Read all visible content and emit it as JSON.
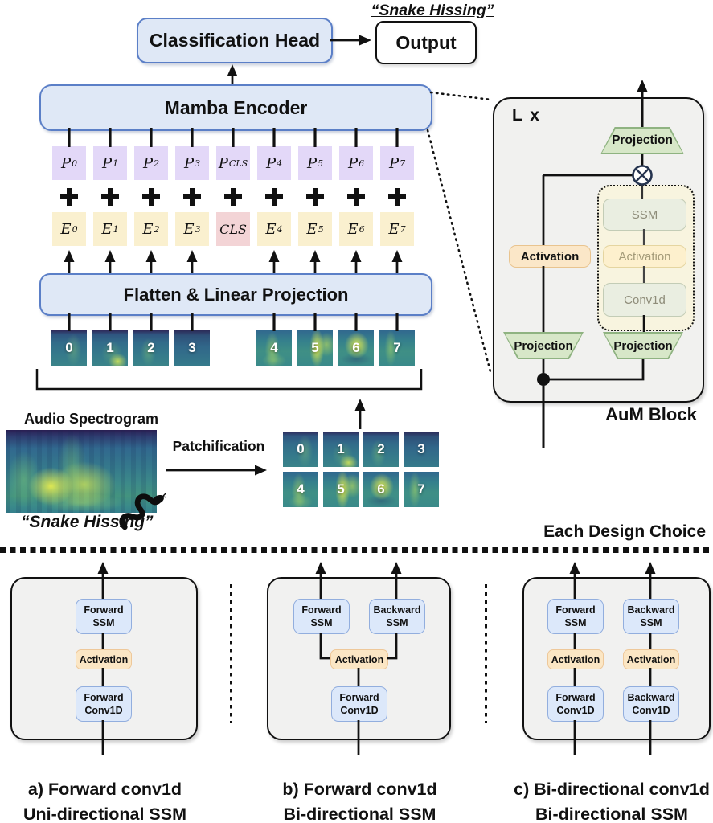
{
  "top": {
    "predicted_label": "“Snake Hissing”",
    "classification_head": "Classification Head",
    "output": "Output"
  },
  "encoder": {
    "mamba_encoder": "Mamba Encoder",
    "flatten": "Flatten & Linear Projection",
    "plus_symbol": "+",
    "p_tokens": [
      {
        "b": "P",
        "s": "0"
      },
      {
        "b": "P",
        "s": "1"
      },
      {
        "b": "P",
        "s": "2"
      },
      {
        "b": "P",
        "s": "3"
      },
      {
        "b": "P",
        "s": "CLS"
      },
      {
        "b": "P",
        "s": "4"
      },
      {
        "b": "P",
        "s": "5"
      },
      {
        "b": "P",
        "s": "6"
      },
      {
        "b": "P",
        "s": "7"
      }
    ],
    "e_tokens": [
      {
        "b": "E",
        "s": "0"
      },
      {
        "b": "E",
        "s": "1"
      },
      {
        "b": "E",
        "s": "2"
      },
      {
        "b": "E",
        "s": "3"
      },
      {
        "b": "CLS",
        "s": ""
      },
      {
        "b": "E",
        "s": "4"
      },
      {
        "b": "E",
        "s": "5"
      },
      {
        "b": "E",
        "s": "6"
      },
      {
        "b": "E",
        "s": "7"
      }
    ],
    "patch_labels": [
      "0",
      "1",
      "2",
      "3",
      "4",
      "5",
      "6",
      "7"
    ]
  },
  "source": {
    "spectrogram_label": "Audio Spectrogram",
    "audio_caption": "“Snake Hissing”",
    "patchification": "Patchification",
    "grid_labels": [
      "0",
      "1",
      "2",
      "3",
      "4",
      "5",
      "6",
      "7"
    ]
  },
  "aum": {
    "repeat": "L x",
    "projection_top": "Projection",
    "multiply_symbol": "⊗",
    "ssm": "SSM",
    "activation_inner": "Activation",
    "conv1d": "Conv1d",
    "activation_left": "Activation",
    "projection_left": "Projection",
    "projection_right": "Projection",
    "title": "AuM Block"
  },
  "design": {
    "header": "Each Design Choice",
    "a": {
      "ssm_l1": "Forward",
      "ssm_l2": "SSM",
      "act": "Activation",
      "conv_l1": "Forward",
      "conv_l2": "Conv1D",
      "cap_l1": "a) Forward conv1d",
      "cap_l2": "Uni-directional SSM"
    },
    "b": {
      "fssm_l1": "Forward",
      "fssm_l2": "SSM",
      "bssm_l1": "Backward",
      "bssm_l2": "SSM",
      "act": "Activation",
      "conv_l1": "Forward",
      "conv_l2": "Conv1D",
      "cap_l1": "b) Forward conv1d",
      "cap_l2": "Bi-directional SSM"
    },
    "c": {
      "fssm_l1": "Forward",
      "fssm_l2": "SSM",
      "bssm_l1": "Backward",
      "bssm_l2": "SSM",
      "act_f": "Activation",
      "act_b": "Activation",
      "fconv_l1": "Forward",
      "fconv_l2": "Conv1D",
      "bconv_l1": "Backward",
      "bconv_l2": "Conv1D",
      "cap_l1": "c) Bi-directional conv1d",
      "cap_l2": "Bi-directional SSM"
    }
  },
  "colors": {
    "process_blue_fill": "#dfe8f6",
    "process_blue_border": "#5b7fc7",
    "token_purple": "#e3d8f8",
    "token_cream": "#faf0cf",
    "token_pink": "#f3d4d6",
    "projection_green_fill": "#d7e7c8",
    "projection_green_border": "#8fb381",
    "activation_orange_fill": "#fbe7c8",
    "activation_orange_border": "#e9c48f",
    "muted_fill": "#eaeee1",
    "inner_dotted_fill": "#f8f4df",
    "panel_gray": "#f1f1ef",
    "line_black": "#111111"
  }
}
